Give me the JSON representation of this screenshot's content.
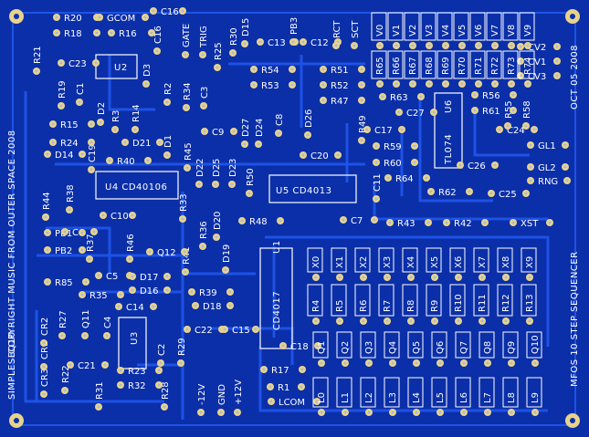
{
  "colors": {
    "board": "#0b2fa8",
    "trace": "#1e52e6",
    "silk": "#ffffff",
    "pad": "#e8d38a",
    "hole": "#a9b8d8"
  },
  "texts": {
    "side_left": "COPYRIGHT MUSIC FROM OUTER SPACE 2008",
    "side_left2": "SIMPLESEQ10",
    "side_right": "MFOS 10 STEP SEQUENCER",
    "side_right2": "OCT 05 2008",
    "u4": "U4 CD40106",
    "u5": "U5 CD4013",
    "u1": "CD4017",
    "u1_ref": "U1",
    "u6": "TL074",
    "u6_ref": "U6",
    "u2": "U2",
    "u3": "U3"
  },
  "horiz_labels": [
    {
      "id": "R20",
      "t": "R20"
    },
    {
      "id": "GCOM",
      "t": "GCOM"
    },
    {
      "id": "R18",
      "t": "R18"
    },
    {
      "id": "R16",
      "t": "R16"
    },
    {
      "id": "C23",
      "t": "C23"
    },
    {
      "id": "R54",
      "t": "R54"
    },
    {
      "id": "R53",
      "t": "R53"
    },
    {
      "id": "R51",
      "t": "R51"
    },
    {
      "id": "R52",
      "t": "R52"
    },
    {
      "id": "R47",
      "t": "R47"
    },
    {
      "id": "C13",
      "t": "C13"
    },
    {
      "id": "C12",
      "t": "C12"
    },
    {
      "id": "R15",
      "t": "R15"
    },
    {
      "id": "R24",
      "t": "R24"
    },
    {
      "id": "D14",
      "t": "D14"
    },
    {
      "id": "D21",
      "t": "D21"
    },
    {
      "id": "R40",
      "t": "R40"
    },
    {
      "id": "C20",
      "t": "C20"
    },
    {
      "id": "R63",
      "t": "R63"
    },
    {
      "id": "C27",
      "t": "C27"
    },
    {
      "id": "R56",
      "t": "R56"
    },
    {
      "id": "R61",
      "t": "R61"
    },
    {
      "id": "C17",
      "t": "C17"
    },
    {
      "id": "R59",
      "t": "R59"
    },
    {
      "id": "R60",
      "t": "R60"
    },
    {
      "id": "R64",
      "t": "R64"
    },
    {
      "id": "C24",
      "t": "C24"
    },
    {
      "id": "GL1",
      "t": "GL1"
    },
    {
      "id": "C26",
      "t": "C26"
    },
    {
      "id": "GL2",
      "t": "GL2"
    },
    {
      "id": "RNG",
      "t": "RNG"
    },
    {
      "id": "C25",
      "t": "C25"
    },
    {
      "id": "R62",
      "t": "R62"
    },
    {
      "id": "R48",
      "t": "R48"
    },
    {
      "id": "C7",
      "t": "C7"
    },
    {
      "id": "R43",
      "t": "R43"
    },
    {
      "id": "R42",
      "t": "R42"
    },
    {
      "id": "XST",
      "t": "XST"
    },
    {
      "id": "PB1",
      "t": "PB1"
    },
    {
      "id": "PB2",
      "t": "PB2"
    },
    {
      "id": "R85",
      "t": "R85"
    },
    {
      "id": "R35",
      "t": "R35"
    },
    {
      "id": "C5",
      "t": "C5"
    },
    {
      "id": "D17",
      "t": "D17"
    },
    {
      "id": "D16",
      "t": "D16"
    },
    {
      "id": "R39",
      "t": "R39"
    },
    {
      "id": "D18",
      "t": "D18"
    },
    {
      "id": "C14",
      "t": "C14"
    },
    {
      "id": "C22",
      "t": "C22"
    },
    {
      "id": "C15",
      "t": "C15"
    },
    {
      "id": "Q12",
      "t": "Q12"
    },
    {
      "id": "C21",
      "t": "C21"
    },
    {
      "id": "R23",
      "t": "R23"
    },
    {
      "id": "R32",
      "t": "R32"
    },
    {
      "id": "R17",
      "t": "R17"
    },
    {
      "id": "R1",
      "t": "R1"
    },
    {
      "id": "LCOM",
      "t": "LCOM"
    },
    {
      "id": "C18",
      "t": "C18"
    },
    {
      "id": "CV2",
      "t": "CV2"
    },
    {
      "id": "CV1",
      "t": "CV1"
    },
    {
      "id": "CV3",
      "t": "CV3"
    },
    {
      "id": "C9",
      "t": "C9"
    },
    {
      "id": "C6",
      "t": "C6"
    },
    {
      "id": "C10",
      "t": "C10"
    },
    {
      "id": "C16",
      "t": "C16"
    }
  ],
  "vert_labels": [
    {
      "id": "R21",
      "t": "R21"
    },
    {
      "id": "D3",
      "t": "D3"
    },
    {
      "id": "C16v",
      "t": "C16"
    },
    {
      "id": "GATE",
      "t": "GATE"
    },
    {
      "id": "TRIG",
      "t": "TRIG"
    },
    {
      "id": "R30",
      "t": "R30"
    },
    {
      "id": "D15",
      "t": "D15"
    },
    {
      "id": "PB3",
      "t": "PB3"
    },
    {
      "id": "RCT",
      "t": "RCT"
    },
    {
      "id": "SCT",
      "t": "SCT"
    },
    {
      "id": "R19",
      "t": "R19"
    },
    {
      "id": "C1",
      "t": "C1"
    },
    {
      "id": "R2",
      "t": "R2"
    },
    {
      "id": "R34",
      "t": "R34"
    },
    {
      "id": "C3",
      "t": "C3"
    },
    {
      "id": "R25",
      "t": "R25"
    },
    {
      "id": "D2",
      "t": "D2"
    },
    {
      "id": "R3",
      "t": "R3"
    },
    {
      "id": "R14",
      "t": "R14"
    },
    {
      "id": "D1",
      "t": "D1"
    },
    {
      "id": "C8",
      "t": "C8"
    },
    {
      "id": "D26",
      "t": "D26"
    },
    {
      "id": "R49",
      "t": "R49"
    },
    {
      "id": "D27",
      "t": "D27"
    },
    {
      "id": "D24",
      "t": "D24"
    },
    {
      "id": "R45",
      "t": "R45"
    },
    {
      "id": "D22",
      "t": "D22"
    },
    {
      "id": "D25",
      "t": "D25"
    },
    {
      "id": "D23",
      "t": "D23"
    },
    {
      "id": "R50",
      "t": "R50"
    },
    {
      "id": "C11",
      "t": "C11"
    },
    {
      "id": "C19",
      "t": "C19"
    },
    {
      "id": "R44",
      "t": "R44"
    },
    {
      "id": "R38",
      "t": "R38"
    },
    {
      "id": "R33",
      "t": "R33"
    },
    {
      "id": "D20",
      "t": "D20"
    },
    {
      "id": "R36",
      "t": "R36"
    },
    {
      "id": "D19",
      "t": "D19"
    },
    {
      "id": "R37",
      "t": "R37"
    },
    {
      "id": "R46",
      "t": "R46"
    },
    {
      "id": "R41",
      "t": "R41"
    },
    {
      "id": "CR2",
      "t": "CR2"
    },
    {
      "id": "R27",
      "t": "R27"
    },
    {
      "id": "CR1",
      "t": "CR1"
    },
    {
      "id": "Q11",
      "t": "Q11"
    },
    {
      "id": "C4",
      "t": "C4"
    },
    {
      "id": "R22",
      "t": "R22"
    },
    {
      "id": "CR3",
      "t": "CR3"
    },
    {
      "id": "R31",
      "t": "R31"
    },
    {
      "id": "R28",
      "t": "R28"
    },
    {
      "id": "C2",
      "t": "C2"
    },
    {
      "id": "R29",
      "t": "R29"
    },
    {
      "id": "P12V",
      "t": "+12V"
    },
    {
      "id": "GND",
      "t": "GND"
    },
    {
      "id": "M12V",
      "t": "-12V"
    },
    {
      "id": "R55",
      "t": "R55"
    },
    {
      "id": "R58",
      "t": "R58"
    }
  ],
  "voltage_labels": [
    "V0",
    "V1",
    "V2",
    "V3",
    "V4",
    "V5",
    "V6",
    "V7",
    "V8",
    "V9"
  ],
  "pot_r": [
    "R65",
    "R66",
    "R67",
    "R68",
    "R69",
    "R70",
    "R71",
    "R72",
    "R73",
    "R74"
  ],
  "x_labels": [
    "X0",
    "X1",
    "X2",
    "X3",
    "X4",
    "X5",
    "X6",
    "X7",
    "X8",
    "X9"
  ],
  "step_r": [
    "R4",
    "R5",
    "R6",
    "R7",
    "R8",
    "R9",
    "R10",
    "R11",
    "R12",
    "R13"
  ],
  "q_labels": [
    "Q1",
    "Q2",
    "Q3",
    "Q4",
    "Q5",
    "Q6",
    "Q7",
    "Q8",
    "Q9",
    "Q10"
  ],
  "l_labels": [
    "L0",
    "L1",
    "L2",
    "L3",
    "L4",
    "L5",
    "L6",
    "L7",
    "L8",
    "L9"
  ]
}
